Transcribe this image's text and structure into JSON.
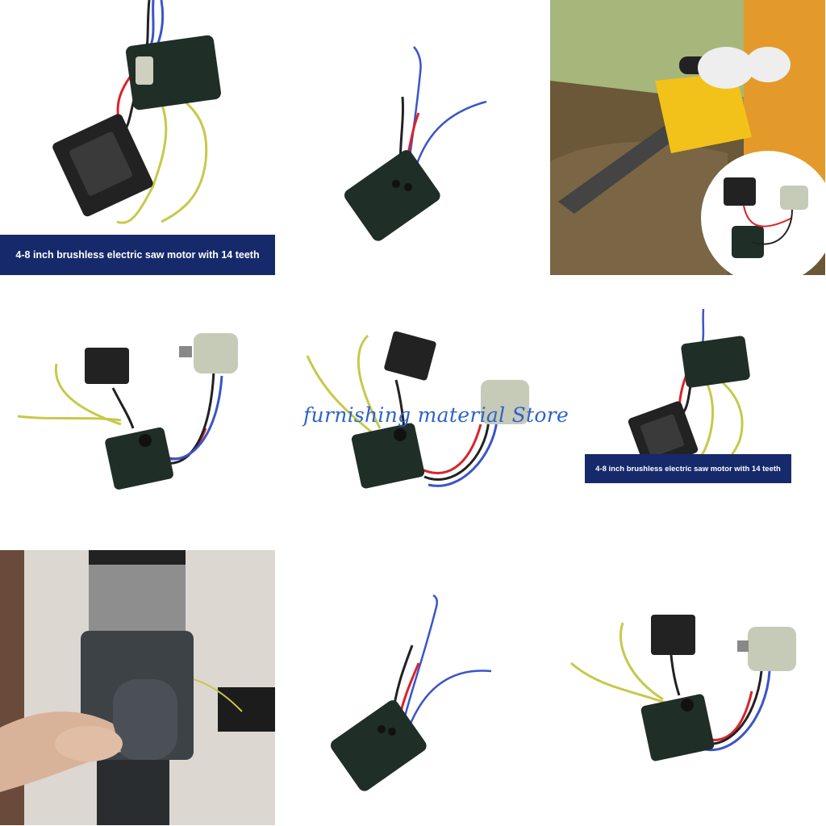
{
  "captions": {
    "cell1": "4-8 inch brushless electric saw motor with 14 teeth",
    "cell6": "4-8 inch brushless electric saw motor with 14 teeth"
  },
  "watermark": "furnishing material Store",
  "colors": {
    "caption_bg": "#15296b",
    "watermark": "#2e62c9",
    "board": "#1f2e27",
    "wire_red": "#d8242a",
    "wire_blue": "#3a55c8",
    "wire_yellow": "#c8c84a",
    "saw_yellow": "#f2c21a"
  }
}
